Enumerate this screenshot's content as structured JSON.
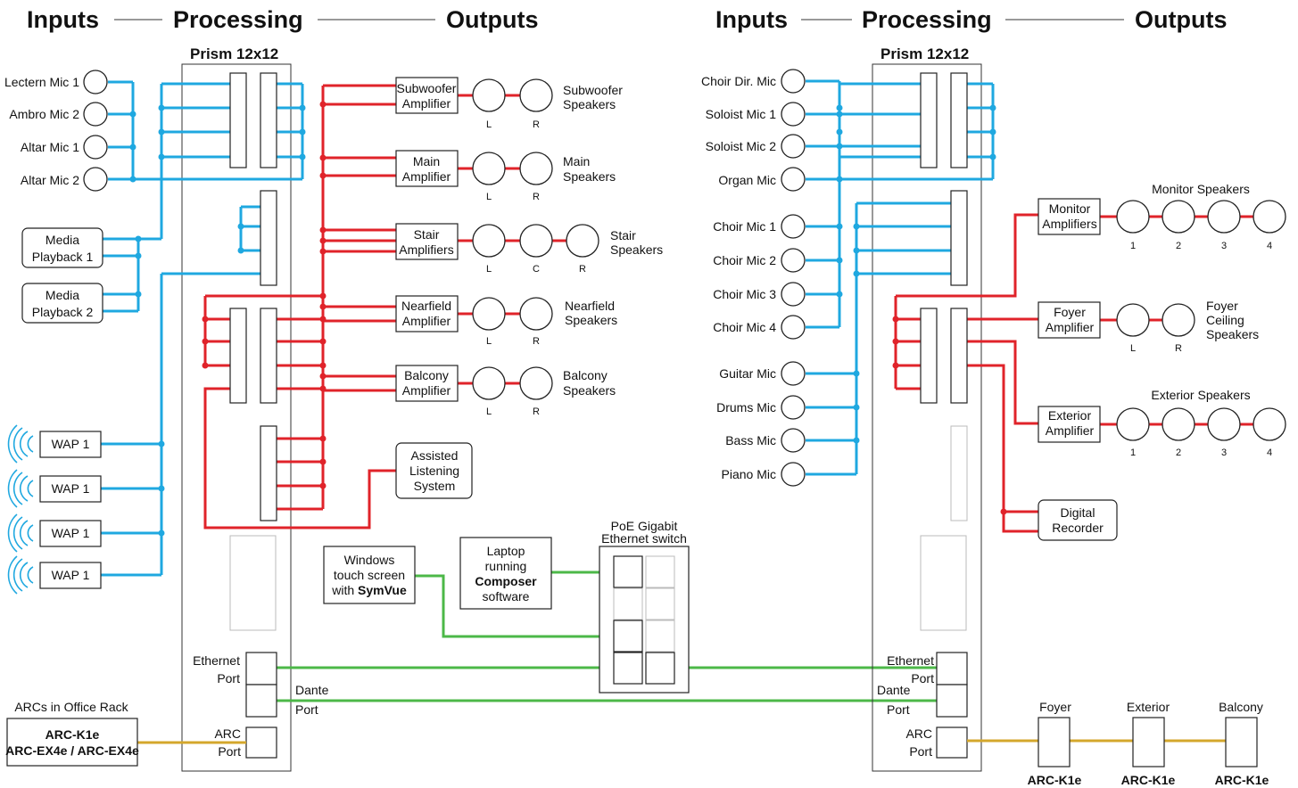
{
  "headers": {
    "inputs": "Inputs",
    "processing": "Processing",
    "outputs": "Outputs"
  },
  "left": {
    "processor": "Prism 12x12",
    "mics": [
      "Lectern Mic 1",
      "Ambro Mic 2",
      "Altar Mic 1",
      "Altar Mic 2"
    ],
    "media": [
      [
        "Media",
        "Playback 1"
      ],
      [
        "Media",
        "Playback 2"
      ]
    ],
    "waps": [
      "WAP 1",
      "WAP 1",
      "WAP 1",
      "WAP 1"
    ],
    "amplifiers": [
      {
        "amp": [
          "Subwoofer",
          "Amplifier"
        ],
        "speakers": [
          "Subwoofer",
          "Speakers"
        ],
        "channels": [
          "L",
          "R"
        ]
      },
      {
        "amp": [
          "Main",
          "Amplifier"
        ],
        "speakers": [
          "Main",
          "Speakers"
        ],
        "channels": [
          "L",
          "R"
        ]
      },
      {
        "amp": [
          "Stair",
          "Amplifiers"
        ],
        "speakers": [
          "Stair",
          "Speakers"
        ],
        "channels": [
          "L",
          "C",
          "R"
        ]
      },
      {
        "amp": [
          "Nearfield",
          "Amplifier"
        ],
        "speakers": [
          "Nearfield",
          "Speakers"
        ],
        "channels": [
          "L",
          "R"
        ]
      },
      {
        "amp": [
          "Balcony",
          "Amplifier"
        ],
        "speakers": [
          "Balcony",
          "Speakers"
        ],
        "channels": [
          "L",
          "R"
        ]
      }
    ],
    "assisted": [
      "Assisted",
      "Listening",
      "System"
    ],
    "ethernet_port": [
      "Ethernet",
      "Port"
    ],
    "dante_port": [
      "Dante",
      "Port"
    ],
    "arc_port": [
      "ARC",
      "Port"
    ],
    "arc_title": "ARCs in Office Rack",
    "arc_box": [
      "ARC-K1e",
      "ARC-EX4e / ARC-EX4e"
    ]
  },
  "middle": {
    "windows": [
      "Windows",
      "touch screen",
      "with ",
      "SymVue"
    ],
    "laptop": [
      "Laptop",
      "running",
      "Composer",
      "software"
    ],
    "switch": [
      "PoE Gigabit",
      "Ethernet switch"
    ]
  },
  "right": {
    "processor": "Prism 12x12",
    "mics_top": [
      "Choir Dir. Mic",
      "Soloist Mic 1",
      "Soloist Mic 2",
      "Organ Mic"
    ],
    "mics_mid": [
      "Choir Mic 1",
      "Choir Mic 2",
      "Choir Mic 3",
      "Choir Mic 4"
    ],
    "mics_bot": [
      "Guitar Mic",
      "Drums Mic",
      "Bass Mic",
      "Piano Mic"
    ],
    "monitor": {
      "amp": [
        "Monitor",
        "Amplifiers"
      ],
      "title": "Monitor Speakers",
      "channels": [
        "1",
        "2",
        "3",
        "4"
      ]
    },
    "foyer": {
      "amp": [
        "Foyer",
        "Amplifier"
      ],
      "speakers": [
        "Foyer",
        "Ceiling",
        "Speakers"
      ],
      "channels": [
        "L",
        "R"
      ]
    },
    "exterior": {
      "amp": [
        "Exterior",
        "Amplifier"
      ],
      "title": "Exterior Speakers",
      "channels": [
        "1",
        "2",
        "3",
        "4"
      ]
    },
    "recorder": [
      "Digital",
      "Recorder"
    ],
    "ethernet_port": [
      "Ethernet",
      "Port"
    ],
    "dante_port": [
      "Dante",
      "Port"
    ],
    "arc_port": [
      "ARC",
      "Port"
    ],
    "arc_locations": [
      "Foyer",
      "Exterior",
      "Balcony"
    ],
    "arc_models": [
      "ARC-K1e",
      "ARC-K1e",
      "ARC-K1e"
    ]
  },
  "colors": {
    "input_lines": "#1fa8e0",
    "output_lines": "#e0232a",
    "network_lines": "#4cb848",
    "arc_lines": "#d4a72c"
  }
}
